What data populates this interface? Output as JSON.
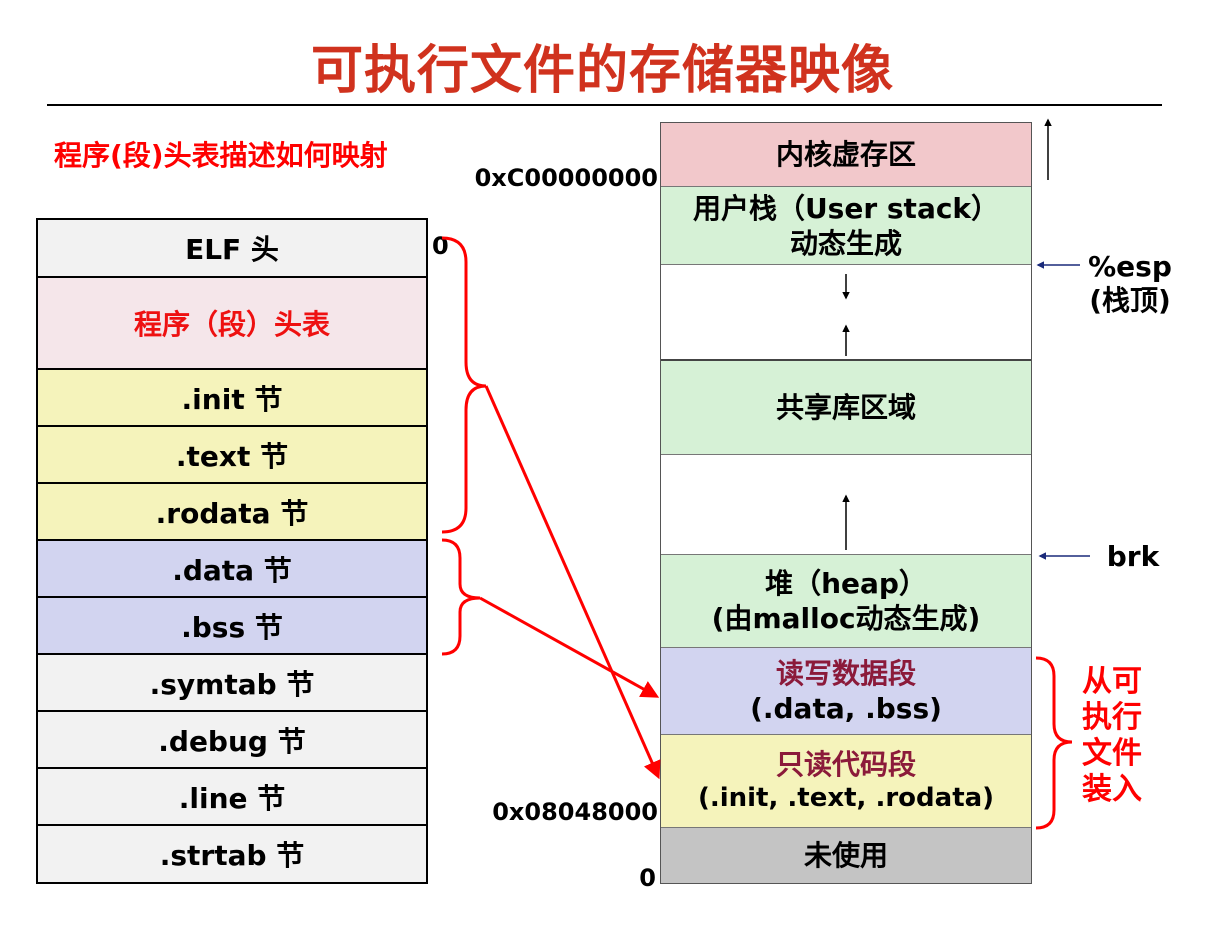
{
  "title": "可执行文件的存储器映像",
  "subtitle": "程序(段)头表描述如何映射",
  "elf_sections": [
    {
      "label": "ELF 头",
      "color": "#f2f2f2",
      "text_color": "#000000"
    },
    {
      "label": "程序（段）头表",
      "color": "#f5e6ea",
      "text_color": "#ee1111"
    },
    {
      "label": ".init 节",
      "color": "#f5f3bb",
      "text_color": "#000000"
    },
    {
      "label": ".text 节",
      "color": "#f5f3bb",
      "text_color": "#000000"
    },
    {
      "label": ".rodata 节",
      "color": "#f5f3bb",
      "text_color": "#000000"
    },
    {
      "label": ".data 节",
      "color": "#d2d4f0",
      "text_color": "#000000"
    },
    {
      "label": ".bss 节",
      "color": "#d2d4f0",
      "text_color": "#000000"
    },
    {
      "label": ".symtab 节",
      "color": "#f2f2f2",
      "text_color": "#000000"
    },
    {
      "label": ".debug 节",
      "color": "#f2f2f2",
      "text_color": "#000000"
    },
    {
      "label": ".line 节",
      "color": "#f2f2f2",
      "text_color": "#000000"
    },
    {
      "label": ".strtab 节",
      "color": "#f2f2f2",
      "text_color": "#000000"
    }
  ],
  "elf_offset_zero": "0",
  "memory_regions": [
    {
      "line1": "内核虚存区",
      "line2": "",
      "color": "#f2c8cb",
      "line1_color": "#000000"
    },
    {
      "line1": "用户栈（User stack）",
      "line2": "动态生成",
      "color": "#d6f1d6",
      "line1_color": "#000000"
    },
    {
      "line1": "",
      "line2": "",
      "color": "#ffffff",
      "line1_color": "#000000"
    },
    {
      "line1": "共享库区域",
      "line2": "",
      "color": "#d6f1d6",
      "line1_color": "#000000"
    },
    {
      "line1": "",
      "line2": "",
      "color": "#ffffff",
      "line1_color": "#000000"
    },
    {
      "line1": "堆（heap）",
      "line2": "(由malloc动态生成)",
      "color": "#d6f1d6",
      "line1_color": "#000000"
    },
    {
      "line1": "读写数据段",
      "line2": "(.data, .bss)",
      "color": "#d2d4f0",
      "line1_color": "#8b1a3a"
    },
    {
      "line1": "只读代码段",
      "line2": "(.init, .text, .rodata)",
      "color": "#f5f3bb",
      "line1_color": "#8b1a3a"
    },
    {
      "line1": "未使用",
      "line2": "",
      "color": "#c4c4c4",
      "line1_color": "#000000"
    }
  ],
  "addresses": {
    "kernel_start": "0xC00000000",
    "code_start": "0x08048000",
    "zero": "0"
  },
  "pointers": {
    "esp": "%esp",
    "esp_note": "(栈顶)",
    "brk": "brk"
  },
  "loaded_note": [
    "从可",
    "执行",
    "文件",
    "装入"
  ],
  "colors": {
    "title": "#d0321e",
    "red": "#ff0000",
    "pointer_arrow": "#1a2a7a"
  }
}
